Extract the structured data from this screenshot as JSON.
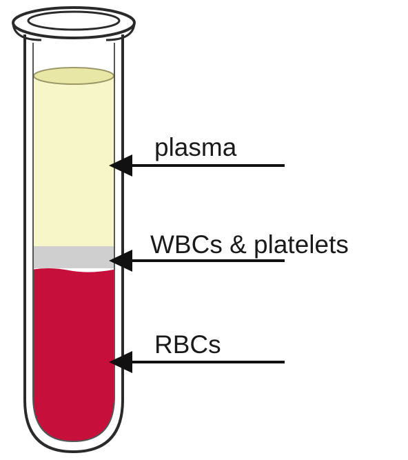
{
  "labels": {
    "plasma": "plasma",
    "buffy_coat": "WBCs & platelets",
    "rbc": "RBCs"
  },
  "colors": {
    "plasma": "#f7f6c8",
    "plasma_top": "#e9e7a6",
    "buffy_coat": "#cfcfcf",
    "rbc": "#c60f3a",
    "tube_outline": "#2a2a2a",
    "arrow": "#111111"
  },
  "layer_fractions_of_tube_height": {
    "empty_headspace": 0.156,
    "plasma": 0.478,
    "buffy_coat": 0.06,
    "rbc": 0.306
  }
}
